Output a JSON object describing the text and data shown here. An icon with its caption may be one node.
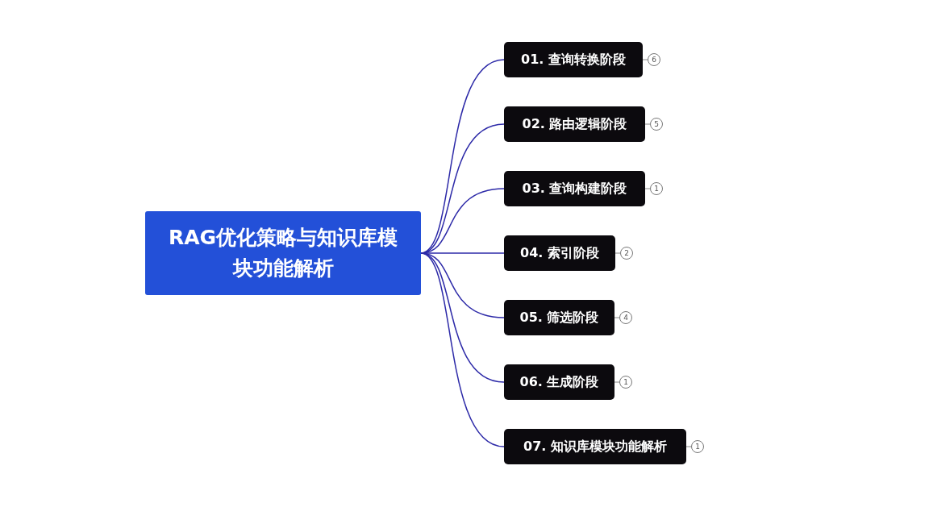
{
  "diagram": {
    "nodes": [
      {
        "text": [
          "RAG优化策略与知识库模块功能解析"
        ]
      },
      {
        "text": [
          "01. 查询转换阶段"
        ],
        "beside": [
          "6"
        ]
      },
      {
        "text": [
          "02. 路由逻辑阶段"
        ],
        "beside": [
          "5"
        ]
      },
      {
        "text": [
          "03. 查询构建阶段"
        ],
        "beside": [
          "1"
        ]
      },
      {
        "text": [
          "04. 索引阶段"
        ],
        "beside": [
          "2"
        ]
      },
      {
        "text": [
          "05. 筛选阶段"
        ],
        "beside": [
          "4"
        ]
      },
      {
        "text": [
          "06. 生成阶段"
        ],
        "beside": [
          "1"
        ]
      },
      {
        "text": [
          "07. 知识库模块功能解析"
        ],
        "beside": [
          "1"
        ]
      }
    ],
    "edges": [
      {
        "from": 0,
        "to": 1,
        "arrow": "none"
      },
      {
        "from": 0,
        "to": 2,
        "arrow": "none"
      },
      {
        "from": 0,
        "to": 3,
        "arrow": "none"
      },
      {
        "from": 0,
        "to": 4,
        "arrow": "none"
      },
      {
        "from": 0,
        "to": 5,
        "arrow": "none"
      },
      {
        "from": 0,
        "to": 6,
        "arrow": "none"
      },
      {
        "from": 0,
        "to": 7,
        "arrow": "none"
      }
    ]
  }
}
